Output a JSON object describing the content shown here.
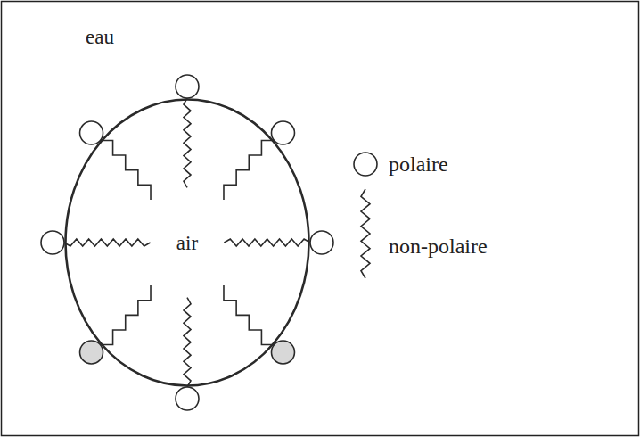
{
  "diagram": {
    "nodes": [
      {
        "text": [
          "air"
        ]
      }
    ],
    "labels": [
      "eau"
    ],
    "legend": [
      {
        "text": "polaire"
      },
      {
        "text": "non-polaire"
      }
    ]
  }
}
